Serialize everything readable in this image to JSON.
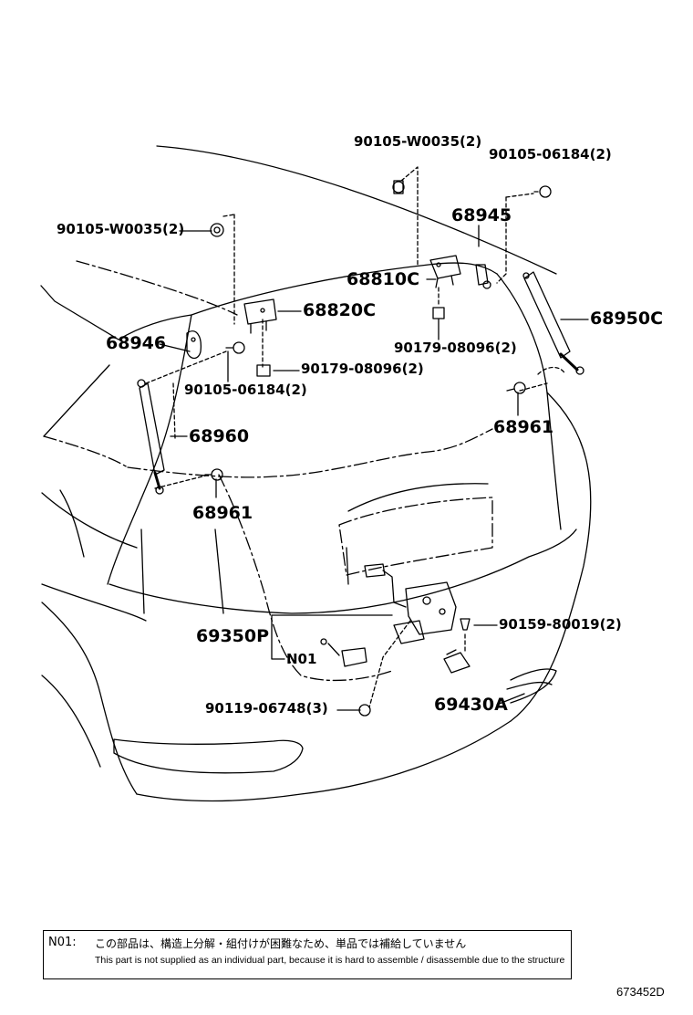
{
  "parts": {
    "p1": "90105-W0035(2)",
    "p2": "90105-06184(2)",
    "p3": "68945",
    "p4": "90105-W0035(2)",
    "p5": "68810C",
    "p6": "68820C",
    "p7": "68950C",
    "p8": "68946",
    "p9": "90179-08096(2)",
    "p10": "90179-08096(2)",
    "p11": "90105-06184(2)",
    "p12": "68961",
    "p13": "68960",
    "p14": "68961",
    "p15": "69350P",
    "p16": "90159-80019(2)",
    "p17": "N01",
    "p18": "90119-06748(3)",
    "p19": "69430A"
  },
  "note": {
    "id": "N01:",
    "jp": "この部品は、構造上分解・組付けが困難なため、単品では補給していません",
    "en": "This part is not supplied as an individual part, because it is hard to assemble / disassemble due to the structure"
  },
  "diagram_id": "673452D"
}
